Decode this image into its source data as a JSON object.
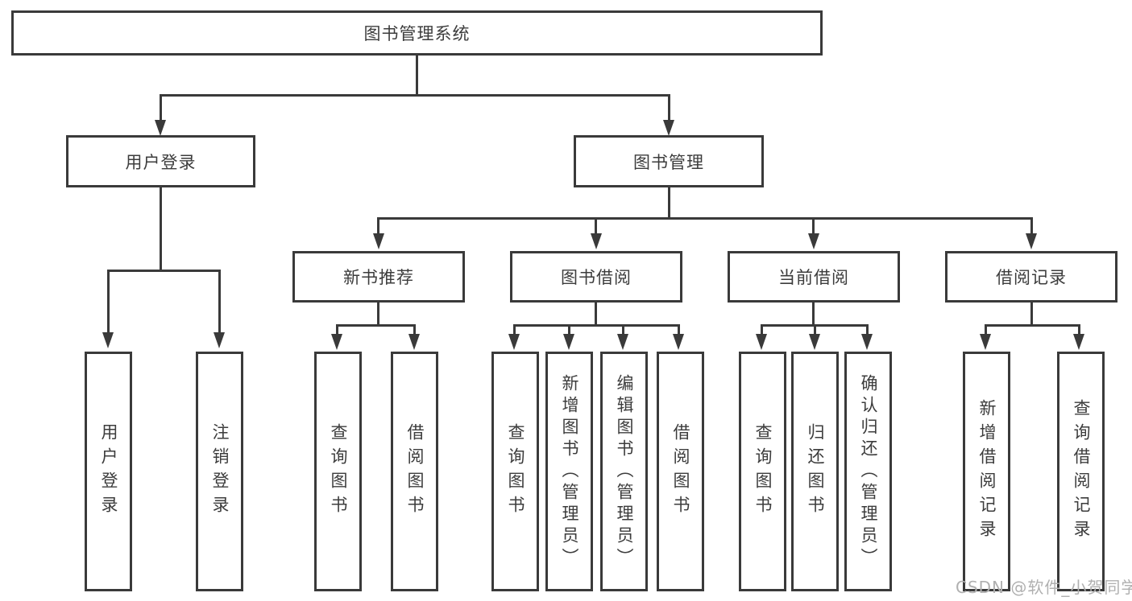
{
  "colors": {
    "line": "#3a3a3a",
    "text": "#3c3c3c",
    "background": "#ffffff",
    "watermark": "#b0b0b0"
  },
  "diagram": {
    "root": {
      "label": "图书管理系统"
    },
    "level1": [
      {
        "id": "user-login",
        "label": "用户登录"
      },
      {
        "id": "book-management",
        "label": "图书管理"
      }
    ],
    "level2": [
      {
        "id": "new-book-recommend",
        "label": "新书推荐"
      },
      {
        "id": "book-borrowing",
        "label": "图书借阅"
      },
      {
        "id": "current-borrowing",
        "label": "当前借阅"
      },
      {
        "id": "borrow-records",
        "label": "借阅记录"
      }
    ],
    "leaves": [
      {
        "id": "user-login",
        "label": "用户登录"
      },
      {
        "id": "logout",
        "label": "注销登录"
      },
      {
        "id": "nb-query-books",
        "label": "查询图书"
      },
      {
        "id": "nb-borrow-books",
        "label": "借阅图书"
      },
      {
        "id": "bb-query-books",
        "label": "查询图书"
      },
      {
        "id": "bb-add-book-admin",
        "label": "新增图书（管理员）"
      },
      {
        "id": "bb-edit-book-admin",
        "label": "编辑图书（管理员）"
      },
      {
        "id": "bb-borrow-books",
        "label": "借阅图书"
      },
      {
        "id": "cb-query-books",
        "label": "查询图书"
      },
      {
        "id": "cb-return-books",
        "label": "归还图书"
      },
      {
        "id": "cb-confirm-return-admin",
        "label": "确认归还（管理员）"
      },
      {
        "id": "br-add-record",
        "label": "新增借阅记录"
      },
      {
        "id": "br-query-record",
        "label": "查询借阅记录"
      }
    ],
    "watermark": "CSDN @软件_小贺同学"
  }
}
